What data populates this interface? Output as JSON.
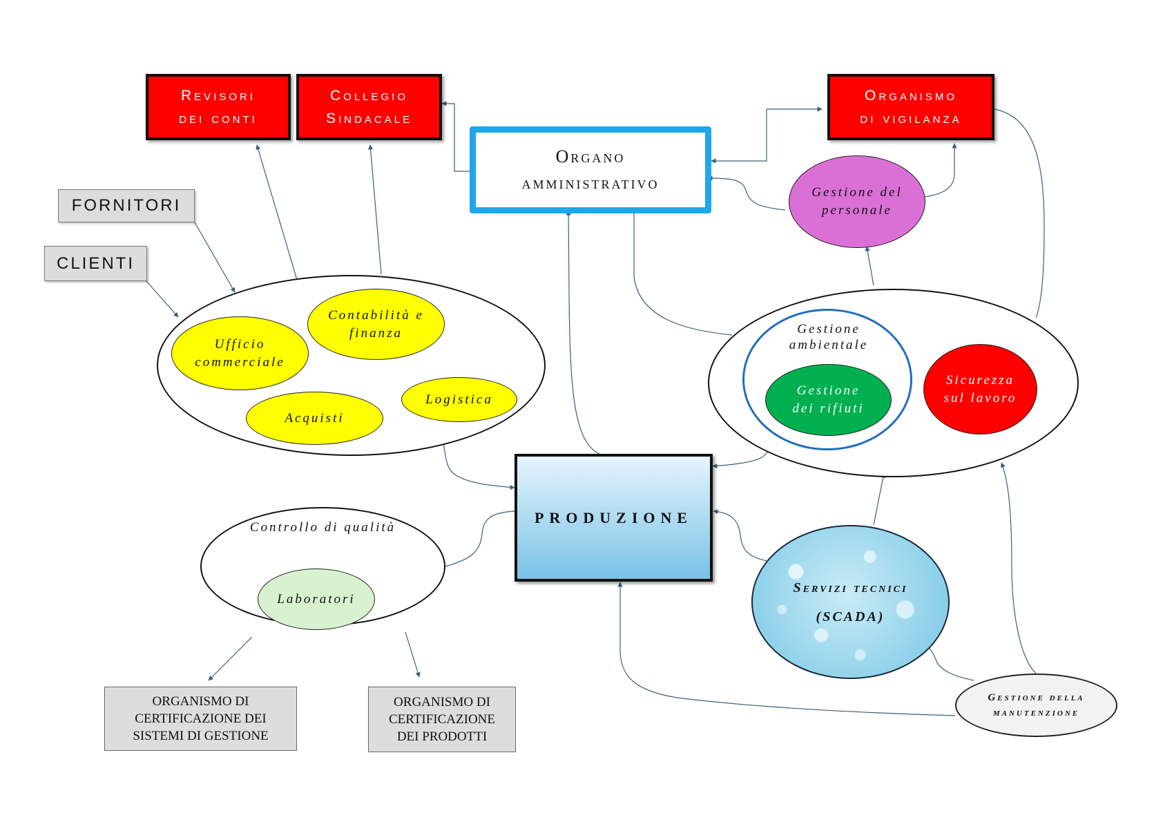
{
  "top_boxes": {
    "revisori": "Revisori\ndei conti",
    "collegio": "Collegio\nSindacale",
    "organismo_vigilanza": "Organismo\ndi vigilanza"
  },
  "organo": "Organo\namministrativo",
  "external": {
    "fornitori": "FORNITORI",
    "clienti": "CLIENTI"
  },
  "commercial_group": {
    "ufficio_commerciale": "Ufficio\ncommerciale",
    "contabilita": "Contabilità e\nfinanza",
    "acquisti": "Acquisti",
    "logistica": "Logistica"
  },
  "personale": "Gestione del\npersonale",
  "env_group": {
    "gestione_ambientale": "Gestione\nambientale",
    "gestione_rifiuti": "Gestione\ndei rifiuti",
    "sicurezza": "Sicurezza\nsul lavoro"
  },
  "produzione": "PRODUZIONE",
  "quality_group": {
    "controllo_qualita": "Controllo di qualità",
    "laboratori": "Laboratori"
  },
  "certificazione": {
    "sistemi": "ORGANISMO DI\nCERTIFICAZIONE DEI\nSISTEMI DI GESTIONE",
    "prodotti": "ORGANISMO DI\nCERTIFICAZIONE\nDEI PRODOTTI"
  },
  "servizi_tecnici": "Servizi tecnici\n(SCADA)",
  "manutenzione": "Gestione della\nmanutenzione",
  "colors": {
    "red": "#ff0000",
    "cyan_border": "#1ea7ea",
    "yellow": "#ffff00",
    "purple": "#da70d6",
    "green": "#00b050",
    "light_green": "#d8f2d0",
    "blue_ring": "#1f6fbf",
    "connector": "#3a5f7a",
    "grey": "#dddddd"
  }
}
